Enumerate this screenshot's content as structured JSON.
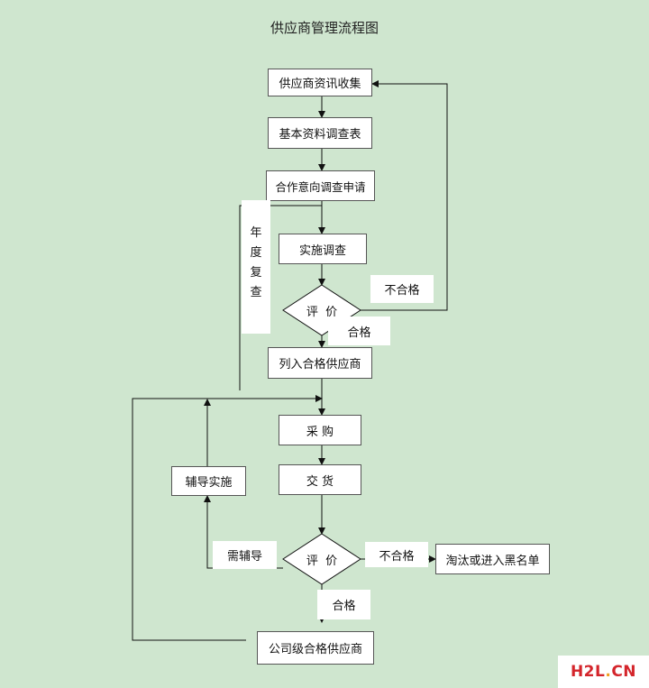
{
  "title": "供应商管理流程图",
  "nodes": {
    "collect": "供应商资讯收集",
    "basic_survey": "基本资料调查表",
    "coop_apply": "合作意向调查申请",
    "implement_survey": "实施调查",
    "evaluate_1": "评  价",
    "qualified_list": "列入合格供应商",
    "purchase": "采  购",
    "delivery": "交  货",
    "guidance": "辅导实施",
    "evaluate_2": "评  价",
    "eliminate": "淘汰或进入黑名单",
    "company_qualified": "公司级合格供应商"
  },
  "edge_labels": {
    "annual_review": "年度复查",
    "fail_1": "不合格",
    "pass_1": "合格",
    "need_guidance": "需辅导",
    "fail_2": "不合格",
    "pass_2": "合格"
  },
  "watermark": {
    "part1": "H2L",
    "dot": ".",
    "part2": "CN"
  }
}
